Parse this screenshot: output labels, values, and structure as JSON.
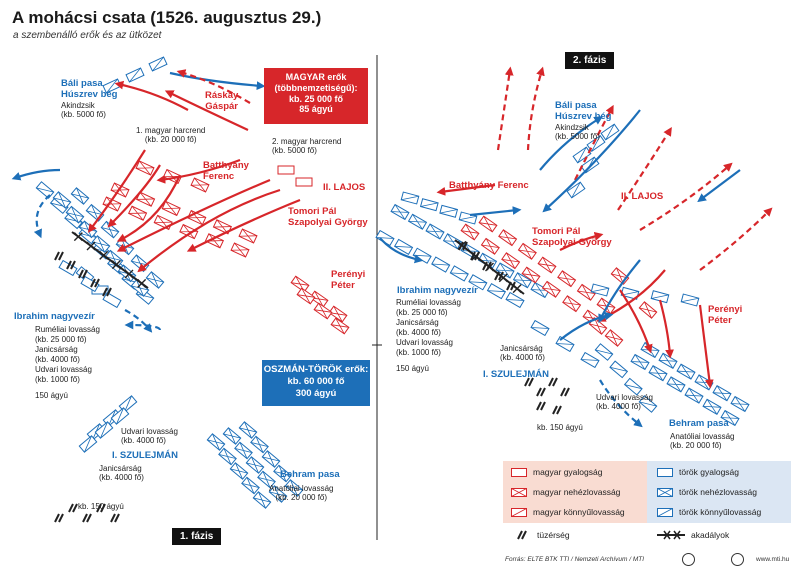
{
  "title": "A mohácsi csata (1526. augusztus 29.)",
  "subtitle": "a szembenálló erők és az ütközet",
  "phases": {
    "phase1": "1. fázis",
    "phase2": "2. fázis"
  },
  "colors": {
    "hungarian": "#d7262a",
    "ottoman": "#1d6fb8"
  },
  "magyar_box": {
    "l1": "MAGYAR erők",
    "l2": "(többnemzetiségű):",
    "l3": "kb. 25 000 fő",
    "l4": "85 ágyú"
  },
  "ottoman_box": {
    "l1": "OSZMÁN-TÖRÖK erők:",
    "l2": "kb. 60 000 fő",
    "l3": "300 ágyú"
  },
  "p1": {
    "bali_name": "Báli pasa",
    "bali_name2": "Húszrev bég",
    "bali_unit": "Akindzsik",
    "bali_size": "(kb. 5000 fő)",
    "raskay1": "Ráskay",
    "raskay2": "Gáspár",
    "line1": "1. magyar harcrend",
    "line1_size": "(kb. 20 000 fő)",
    "line2": "2. magyar harcrend",
    "line2_size": "(kb. 5000 fő)",
    "batthyany1": "Batthyány",
    "batthyany2": "Ferenc",
    "lajos": "II. LAJOS",
    "tomori1": "Tomori Pál",
    "tomori2": "Szapolyai György",
    "perenyi1": "Perényi",
    "perenyi2": "Péter",
    "ibrahim": "Ibrahim nagyvezír",
    "rumelia": "Ruméliai lovasság",
    "rumelia_size": "(kb. 25 000 fő)",
    "janics": "Janicsárság",
    "janics_size": "(kb. 4000 fő)",
    "udvari": "Udvari lovasság",
    "udvari_size": "(kb. 1000 fő)",
    "agyu": "150 ágyú",
    "udvari2": "Udvari lovasság",
    "udvari2_size": "(kb. 4000 fő)",
    "szulejman": "I. SZULEJMÁN",
    "janics2": "Janicsárság",
    "janics2_size": "(kb. 4000 fő)",
    "behram": "Behram pasa",
    "anatolia": "Anatóliai lovasság",
    "anatolia_size": "(kb. 20 000 fő)",
    "agyu2": "kb. 150 ágyú"
  },
  "p2": {
    "bali_name": "Báli pasa",
    "bali_name2": "Húszrev bég",
    "bali_unit": "Akindzsik",
    "bali_size": "(kb. 5000 fő)",
    "batthyany": "Batthyány Ferenc",
    "lajos": "II. LAJOS",
    "tomori1": "Tomori Pál",
    "tomori2": "Szapolyai György",
    "ibrahim": "Ibrahim nagyvezír",
    "rumelia": "Ruméliai lovasság",
    "rumelia_size": "(kb. 25 000 fő)",
    "janics": "Janicsárság",
    "janics_size": "(kb. 4000 fő)",
    "udvari": "Udvari lovasság",
    "udvari_size": "(kb. 1000 fő)",
    "agyu": "150 ágyú",
    "janics2": "Janicsárság",
    "janics2_size": "(kb. 4000 fő)",
    "szulejman": "I. SZULEJMÁN",
    "udvari2": "Udvari lovasság",
    "udvari2_size": "(kb. 4000 fő)",
    "agyu2": "kb. 150 ágyú",
    "perenyi1": "Perényi",
    "perenyi2": "Péter",
    "behram": "Behram pasa",
    "anatolia": "Anatóliai lovasság",
    "anatolia_size": "(kb. 20 000 fő)"
  },
  "legend": {
    "hu_inf": "magyar gyalogság",
    "hu_heavy": "magyar nehézlovasság",
    "hu_light": "magyar könnyűlovasság",
    "tr_inf": "török gyalogság",
    "tr_heavy": "török nehézlovasság",
    "tr_light": "török könnyűlovasság",
    "artillery": "tüzérség",
    "obstacles": "akadályok"
  },
  "footer": {
    "source": "Forrás: ELTE BTK TTI / Nemzeti Archívum / MTI",
    "url": "www.mti.hu"
  }
}
